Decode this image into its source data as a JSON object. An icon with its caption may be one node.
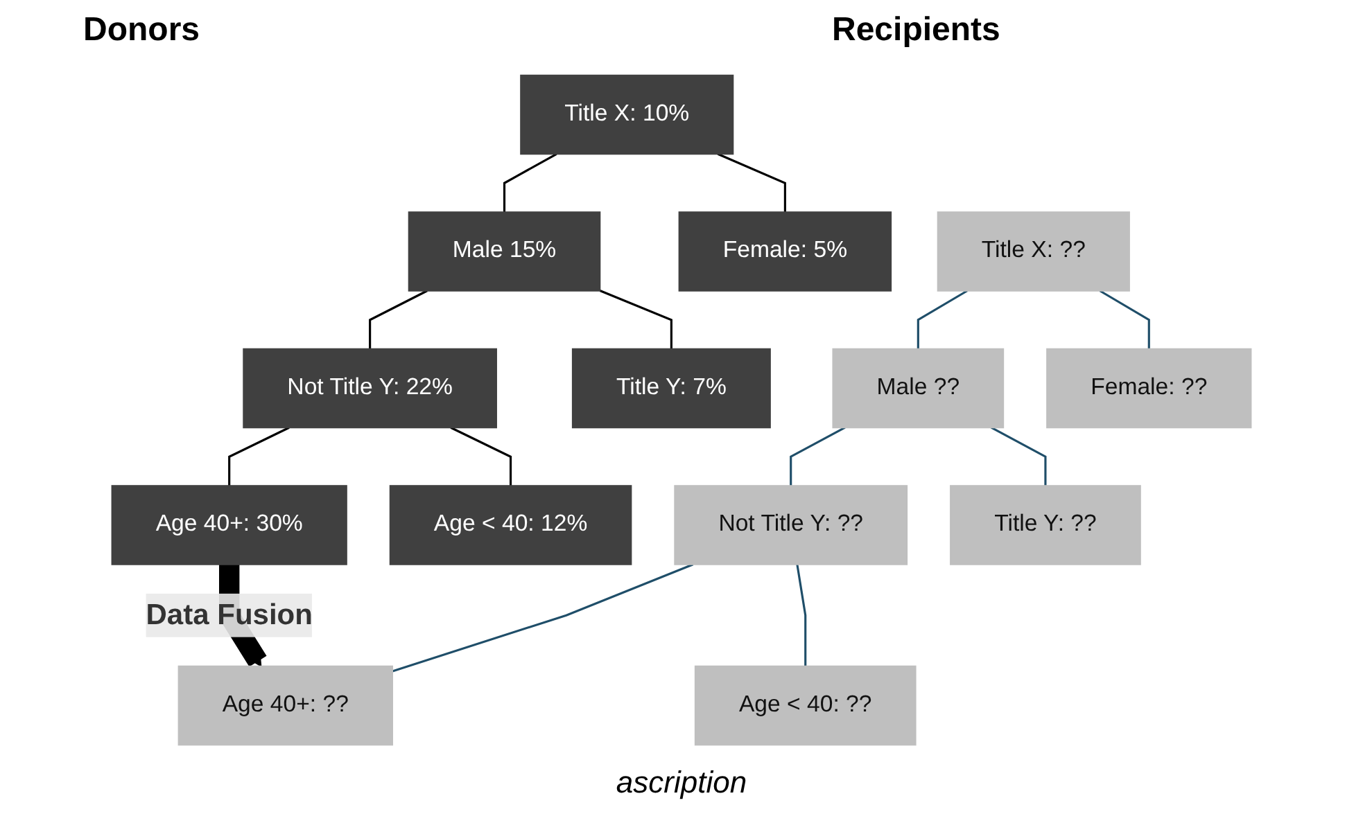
{
  "diagram": {
    "nodes": [
      {
        "text": [
          "Title X: 10%"
        ]
      },
      {
        "text": [
          "Female: 5%"
        ]
      },
      {
        "text": [
          "Male 15%"
        ]
      },
      {
        "text": [
          "Title Y: 7%"
        ]
      },
      {
        "text": [
          "Not Title Y: 22%"
        ]
      },
      {
        "text": [
          "Age < 40: 12%"
        ]
      },
      {
        "text": [
          "Age 40+: 30%"
        ]
      },
      {
        "text": [
          "Title X: ??"
        ]
      },
      {
        "text": [
          "Female: ??"
        ]
      },
      {
        "text": [
          "Male ??"
        ]
      },
      {
        "text": [
          "Title Y: ??"
        ]
      },
      {
        "text": [
          "Not Title Y: ??"
        ]
      },
      {
        "text": [
          "Age < 40: ??"
        ]
      },
      {
        "text": [
          "Age 40+: ??"
        ]
      }
    ],
    "edges": [
      {
        "from": 0,
        "to": 1,
        "arrow": "none"
      },
      {
        "from": 0,
        "to": 2,
        "arrow": "none"
      },
      {
        "from": 2,
        "to": 3,
        "arrow": "none"
      },
      {
        "from": 2,
        "to": 4,
        "arrow": "none"
      },
      {
        "from": 4,
        "to": 5,
        "arrow": "none"
      },
      {
        "from": 4,
        "to": 6,
        "arrow": "none"
      },
      {
        "from": 7,
        "to": 8,
        "arrow": "none",
        "color": "#1f4e69"
      },
      {
        "from": 7,
        "to": 9,
        "arrow": "none",
        "color": "#1f4e69"
      },
      {
        "from": 9,
        "to": 10,
        "arrow": "none",
        "color": "#1f4e69"
      },
      {
        "from": 9,
        "to": 11,
        "arrow": "none",
        "color": "#1f4e69"
      },
      {
        "from": 11,
        "to": 12,
        "arrow": "none",
        "color": "#1f4e69"
      },
      {
        "from": 11,
        "to": 13,
        "arrow": "none",
        "color": "#1f4e69"
      },
      {
        "from": 6,
        "to": 13,
        "arrow": "to",
        "label": "Data Fusion",
        "style": "thick"
      }
    ],
    "labels": [
      "Donors",
      "Recipients",
      "ascription"
    ]
  }
}
